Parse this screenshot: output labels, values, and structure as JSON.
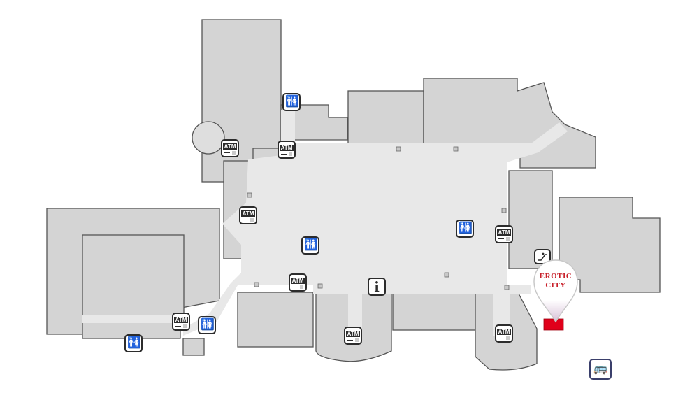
{
  "map": {
    "background": "#ffffff",
    "floor_color": "#d4d4d4",
    "corridor_color": "#e8e8e8",
    "outline_color": "#555555",
    "highlight_color": "#e0001a"
  },
  "icons": {
    "atm_label": "ATM",
    "info_glyph": "i",
    "restroom_glyph": "🚻",
    "bus_glyph": "🚌"
  },
  "store_pin": {
    "line1": "EROTIC",
    "line2": "CITY",
    "accent": "#c8202a"
  }
}
